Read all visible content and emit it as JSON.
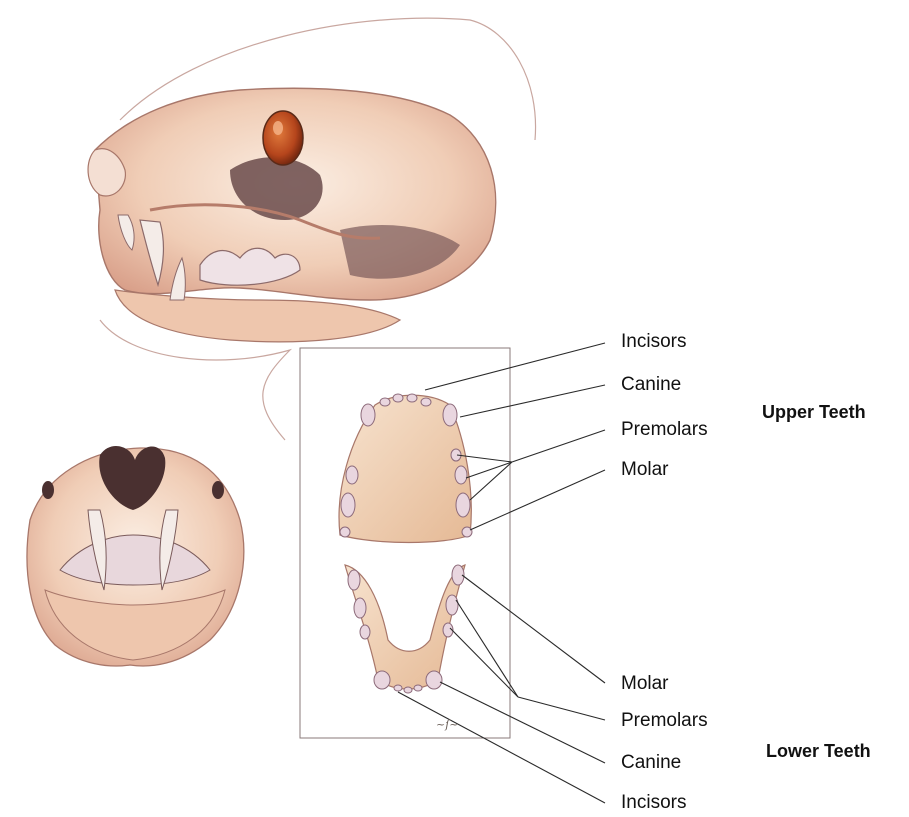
{
  "groups": {
    "upper": "Upper Teeth",
    "lower": "Lower Teeth"
  },
  "upper_labels": {
    "incisors": "Incisors",
    "canine": "Canine",
    "premolars": "Premolars",
    "molar": "Molar"
  },
  "lower_labels": {
    "molar": "Molar",
    "premolars": "Premolars",
    "canine": "Canine",
    "incisors": "Incisors"
  },
  "colors": {
    "bone": "#f2d6c4",
    "bone_shadow": "#d9a08a",
    "tooth": "#f1e6ea",
    "tooth_shadow": "#b98fa2",
    "line": "#2a2a2a",
    "eye": "#b5451c"
  }
}
